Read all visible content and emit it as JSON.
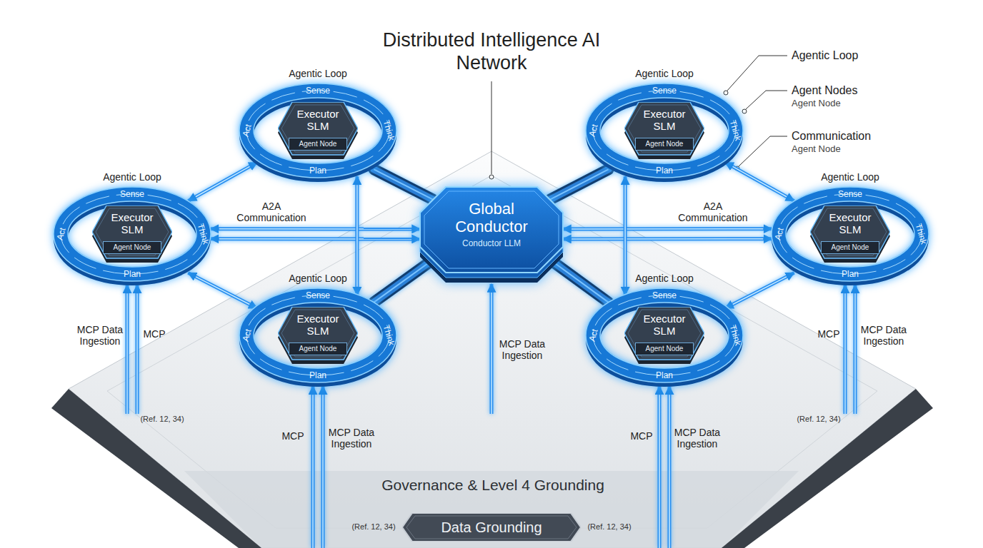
{
  "diagram": {
    "title": "Distributed Intelligence AI Network",
    "nodes": [
      {
        "text": [
          "Agentic Loop",
          "Sense",
          "Think",
          "Plan",
          "Act"
        ]
      },
      {
        "text": [
          "Executor SLM"
        ],
        "in": 0
      },
      {
        "text": [
          "Agent Node"
        ],
        "in": 1
      },
      {
        "text": [
          "Agentic Loop",
          "Sense",
          "Think",
          "Plan",
          "Act"
        ]
      },
      {
        "text": [
          "Executor SLM"
        ],
        "in": 3
      },
      {
        "text": [
          "Agent Node"
        ],
        "in": 4
      },
      {
        "text": [
          "Agentic Loop",
          "Sense",
          "Think",
          "Plan",
          "Act"
        ]
      },
      {
        "text": [
          "Executor SLM"
        ],
        "in": 6
      },
      {
        "text": [
          "Agent Node"
        ],
        "in": 7
      },
      {
        "text": [
          "Global Conductor",
          "Conductor LLM"
        ]
      },
      {
        "text": [
          "Agentic Loop",
          "Sense",
          "Think",
          "Plan",
          "Act"
        ]
      },
      {
        "text": [
          "Executor SLM"
        ],
        "in": 10
      },
      {
        "text": [
          "Agent Node"
        ],
        "in": 11
      },
      {
        "text": [
          "Agentic Loop",
          "Sense",
          "Think",
          "Plan",
          "Act"
        ]
      },
      {
        "text": [
          "Executor SLM"
        ],
        "in": 13
      },
      {
        "text": [
          "Agent Node"
        ],
        "in": 14
      },
      {
        "text": [
          "Agentic Loop",
          "Sense",
          "Think",
          "Plan",
          "Act"
        ]
      },
      {
        "text": [
          "Executor SLM"
        ],
        "in": 16
      },
      {
        "text": [
          "Agent Node"
        ],
        "in": 17
      },
      {
        "text": [
          "Governance & Level 4 Grounding"
        ]
      },
      {
        "text": [
          "Data Grounding"
        ],
        "in": 19
      }
    ],
    "edges": [
      {
        "from": 0,
        "to": 9,
        "arrow": "none"
      },
      {
        "from": 3,
        "to": 9,
        "arrow": "none"
      },
      {
        "from": 13,
        "to": 9,
        "arrow": "none"
      },
      {
        "from": 16,
        "to": 9,
        "arrow": "none"
      },
      {
        "from": 6,
        "to": 9,
        "label": "A2A Communication",
        "arrow": "both"
      },
      {
        "from": 6,
        "to": 9,
        "arrow": "both"
      },
      {
        "from": 10,
        "to": 9,
        "label": "A2A Communication",
        "arrow": "both"
      },
      {
        "from": 10,
        "to": 9,
        "arrow": "both"
      },
      {
        "from": 0,
        "to": 6,
        "arrow": "both"
      },
      {
        "from": 6,
        "to": 13,
        "arrow": "both"
      },
      {
        "from": 0,
        "to": 13,
        "arrow": "both"
      },
      {
        "from": 3,
        "to": 10,
        "arrow": "both"
      },
      {
        "from": 10,
        "to": 16,
        "arrow": "both"
      },
      {
        "from": 3,
        "to": 16,
        "arrow": "both"
      },
      {
        "from": 19,
        "to": 6,
        "label": "MCP Data Ingestion",
        "arrow": "to"
      },
      {
        "from": 19,
        "to": 6,
        "label": "MCP",
        "arrow": "to"
      },
      {
        "from": 19,
        "to": 13,
        "label": "MCP",
        "arrow": "to"
      },
      {
        "from": 19,
        "to": 13,
        "label": "MCP Data Ingestion",
        "arrow": "to"
      },
      {
        "from": 19,
        "to": 9,
        "label": "MCP Data Ingestion",
        "arrow": "to"
      },
      {
        "from": 19,
        "to": 16,
        "label": "MCP",
        "arrow": "to"
      },
      {
        "from": 19,
        "to": 16,
        "label": "MCP Data Ingestion",
        "arrow": "to"
      },
      {
        "from": 19,
        "to": 10,
        "label": "MCP",
        "arrow": "to"
      },
      {
        "from": 19,
        "to": 10,
        "label": "MCP Data Ingestion",
        "arrow": "to"
      }
    ],
    "labels": [
      "Agentic Loop",
      "Agent Nodes",
      "Agent Node",
      "Communication",
      "Agent Node",
      "(Ref. 12, 34)",
      "(Ref. 12, 34)",
      "(Ref. 12, 34)",
      "(Ref. 12, 34)"
    ]
  }
}
